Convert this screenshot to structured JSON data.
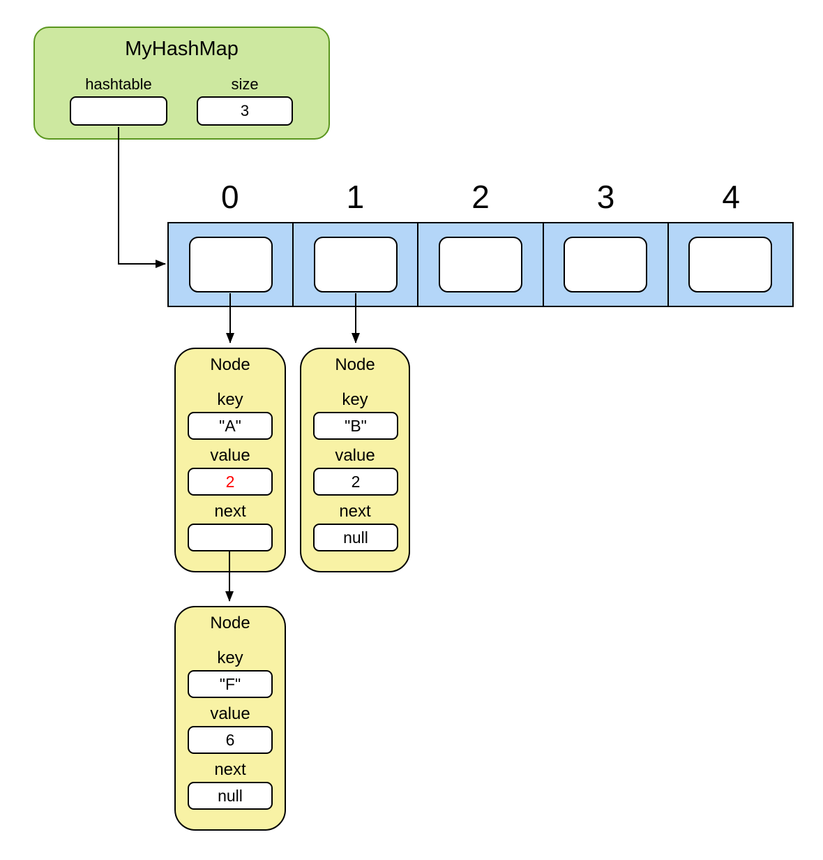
{
  "colors": {
    "green_fill": "#cde8a0",
    "green_stroke": "#5a961e",
    "blue_fill": "#b4d6f8",
    "yellow_fill": "#f8f2a5",
    "stroke": "#000000",
    "highlight": "#ff0000",
    "bg": "#ffffff"
  },
  "hashmap": {
    "title": "MyHashMap",
    "fields": [
      {
        "label": "hashtable",
        "value": ""
      },
      {
        "label": "size",
        "value": "3"
      }
    ]
  },
  "array": {
    "indices": [
      "0",
      "1",
      "2",
      "3",
      "4"
    ]
  },
  "nodes": [
    {
      "title": "Node",
      "fields": [
        {
          "label": "key",
          "value": "\"A\""
        },
        {
          "label": "value",
          "value": "2"
        },
        {
          "label": "next",
          "value": ""
        }
      ]
    },
    {
      "title": "Node",
      "fields": [
        {
          "label": "key",
          "value": "\"B\""
        },
        {
          "label": "value",
          "value": "2"
        },
        {
          "label": "next",
          "value": "null"
        }
      ]
    },
    {
      "title": "Node",
      "fields": [
        {
          "label": "key",
          "value": "\"F\""
        },
        {
          "label": "value",
          "value": "6"
        },
        {
          "label": "next",
          "value": "null"
        }
      ]
    }
  ]
}
